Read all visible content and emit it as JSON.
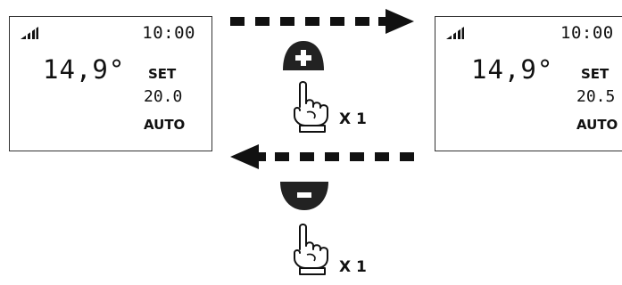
{
  "display_before": {
    "clock": "10:00",
    "room_temp": "14,9°",
    "set_label": "SET",
    "setpoint": "20.0",
    "mode": "AUTO"
  },
  "display_after": {
    "clock": "10:00",
    "room_temp": "14,9°",
    "set_label": "SET",
    "setpoint": "20.5",
    "mode": "AUTO"
  },
  "plus_action": {
    "button_icon": "plus-icon",
    "press_count": "X 1"
  },
  "minus_action": {
    "button_icon": "minus-icon",
    "press_count": "X 1"
  },
  "colors": {
    "ink": "#111111",
    "background": "#ffffff"
  }
}
